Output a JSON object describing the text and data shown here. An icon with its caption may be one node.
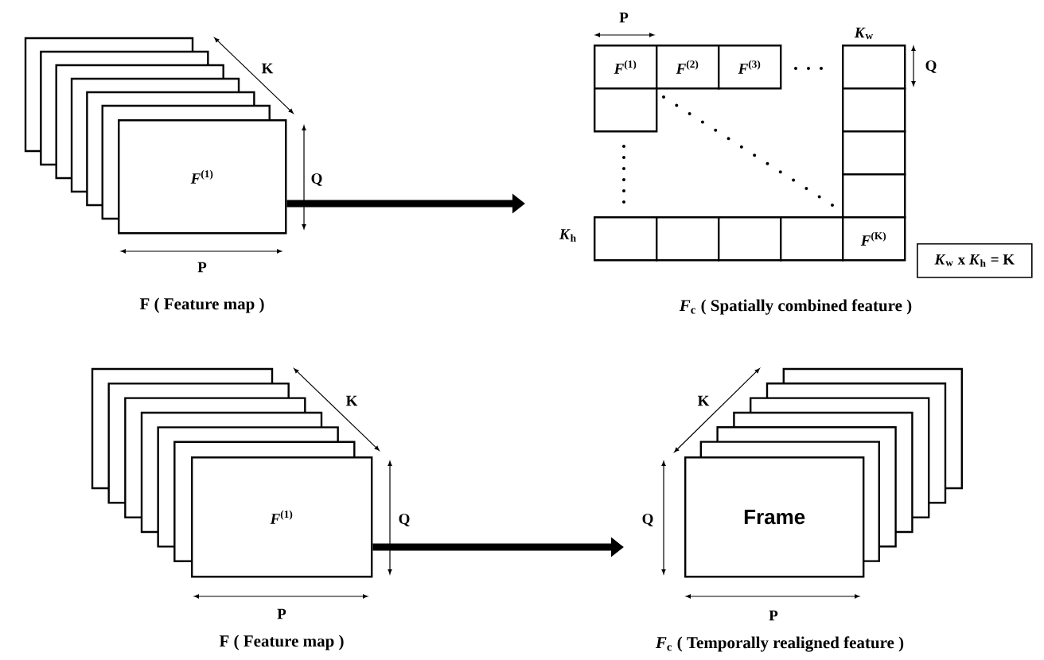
{
  "diagram": {
    "nodes": [
      {
        "text": [
          "*F*$^{(1)}$"
        ]
      },
      {
        "text": [
          "*F*$^{(1)}$"
        ]
      },
      {
        "text": [
          "*F*$^{(2)}$"
        ]
      },
      {
        "text": [
          "*F*$^{(3)}$"
        ]
      },
      {
        "text": [],
        "shape": "box"
      },
      {
        "text": [],
        "shape": "box"
      },
      {
        "text": [],
        "shape": "box"
      },
      {
        "text": [],
        "shape": "box"
      },
      {
        "text": [],
        "shape": "box"
      },
      {
        "text": [],
        "shape": "box"
      },
      {
        "text": [],
        "shape": "box"
      },
      {
        "text": [],
        "shape": "box"
      },
      {
        "text": [],
        "shape": "box"
      },
      {
        "text": [
          "*F*$^{(K)}$"
        ]
      },
      {
        "text": [
          "*K*$_{w}$ x *K*$_{h}$ = K"
        ]
      },
      {
        "text": [
          "*F*$^{(1)}$"
        ]
      },
      {
        "text": [
          "Frame"
        ]
      }
    ],
    "edges": [
      {
        "from": 0,
        "to": null,
        "arrow": "to"
      },
      {
        "from": 15,
        "to": null,
        "arrow": "to"
      }
    ],
    "labels": [
      "K",
      "Q",
      "P",
      "F ( Feature map )",
      "P",
      "*K*$_{w}$",
      "Q",
      "*K*$_{h}$",
      "*F*$_{c}$ ( Spatially combined feature )",
      "K",
      "K",
      "Q",
      "Q",
      "P",
      "P",
      "F ( Feature map )",
      "*F*$_{c}$ ( Temporally realigned feature )"
    ]
  }
}
